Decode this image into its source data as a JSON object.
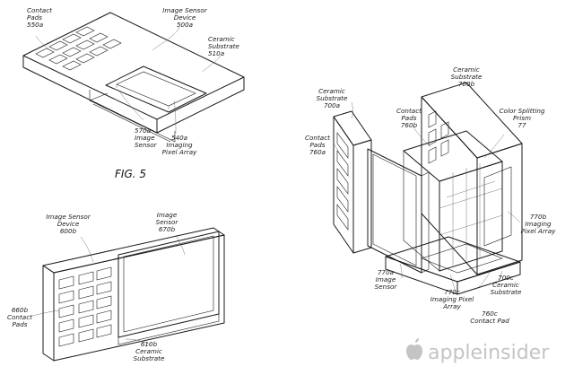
{
  "figure_caption": "FIG. 5",
  "watermark": {
    "brand": "appleinsider",
    "icon": "apple-icon"
  },
  "labels": {
    "contact_pads_550a": "Contact\nPads\n550a",
    "image_sensor_device_500a": "Image Sensor\nDevice\n500a",
    "ceramic_substrate_510a": "Ceramic\nSubstrate\n510a",
    "image_sensor_570a": "570a\nImage\nSensor",
    "imaging_pixel_array_540a": "540a\nImaging\nPixel Array",
    "image_sensor_device_600b": "Image Sensor\nDevice\n600b",
    "image_sensor_670b": "Image\nSensor\n670b",
    "contact_pads_660b": "660b\nContact\nPads",
    "ceramic_substrate_610b": "610b\nCeramic\nSubstrate",
    "ceramic_substrate_700b": "Ceramic\nSubstrate\n700b",
    "ceramic_substrate_700a": "Ceramic\nSubstrate\n700a",
    "contact_pads_760b": "Contact\nPads\n760b",
    "color_splitting_prism": "Color Splitting\nPrism\n77",
    "contact_pads_760a": "Contact\nPads\n760a",
    "imaging_pixel_array_770b": "770b\nImaging\nPixel Array",
    "image_sensor_770a": "770a\nImage\nSensor",
    "imaging_pixel_array_770c": "770c\nImaging Pixel\nArray",
    "ceramic_substrate_700c": "700c\nCeramic\nSubstrate",
    "contact_pad_760c": "760c\nContact Pad"
  }
}
